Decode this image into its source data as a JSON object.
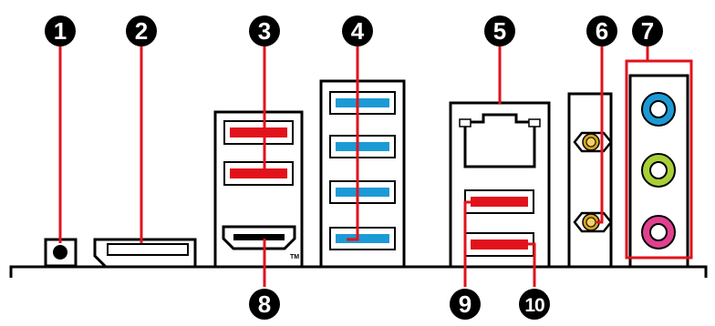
{
  "callouts": [
    "1",
    "2",
    "3",
    "4",
    "5",
    "6",
    "7",
    "8",
    "9",
    "10"
  ],
  "hdmi_mark": "TM",
  "colors": {
    "outline": "#000000",
    "leader_red": "#e2121c",
    "usb_red": "#e2121c",
    "usb_blue": "#1c9ad6",
    "antenna_gold": "#d8a318",
    "audio_blue": "#1c9ad6",
    "audio_green": "#a9cf38",
    "audio_pink": "#e0408f"
  },
  "icons": [
    "callout-badge",
    "clear-cmos-button",
    "displayport",
    "usb-port",
    "hdmi-port",
    "lan-port",
    "wifi-antenna-connector",
    "audio-jack"
  ]
}
